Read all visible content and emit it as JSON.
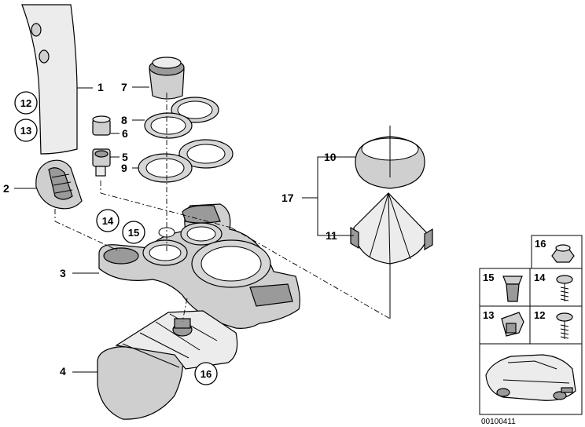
{
  "callouts": {
    "c1": "1",
    "c2": "2",
    "c3": "3",
    "c4": "4",
    "c5": "5",
    "c6": "6",
    "c7": "7",
    "c8": "8",
    "c9": "9",
    "c10": "10",
    "c11": "11",
    "c17": "17"
  },
  "circled": {
    "c12": "12",
    "c13": "13",
    "c14": "14",
    "c15": "15",
    "c16": "16"
  },
  "panel": {
    "p16": "16",
    "p15": "15",
    "p14": "14",
    "p13": "13",
    "p12": "12"
  },
  "reference_code": "00100411"
}
